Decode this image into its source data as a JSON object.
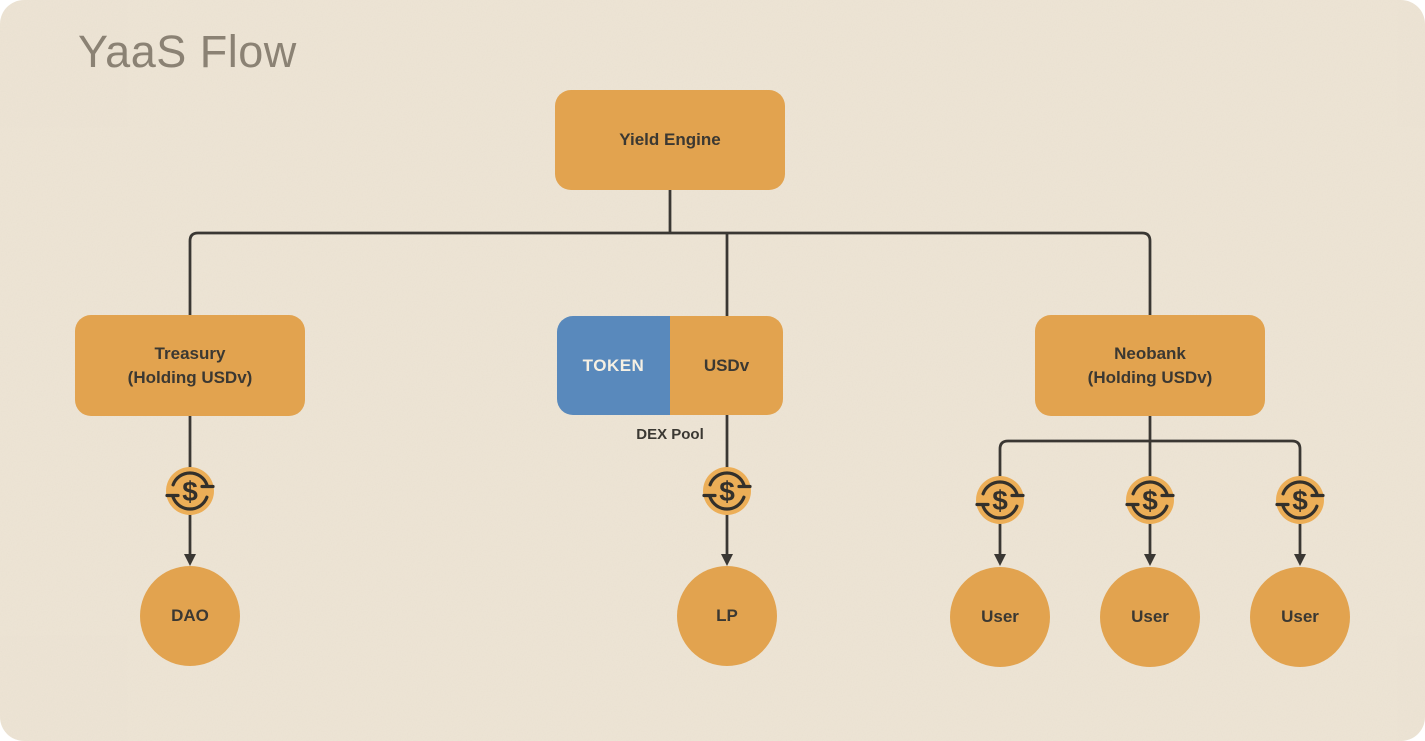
{
  "page": {
    "title": "YaaS Flow"
  },
  "colors": {
    "canvas_bg": "#EDE4D4",
    "node_orange": "#E2A34F",
    "node_blue": "#5989BC",
    "coin_fill": "#ECAE57",
    "line_dark": "#3A3733",
    "title_gray": "#8B8274",
    "token_text": "#F6F0E3"
  },
  "nodes": {
    "root": {
      "label": "Yield Engine"
    },
    "treasury": {
      "line1": "Treasury",
      "line2": "(Holding USDv)"
    },
    "dex": {
      "left": "TOKEN",
      "right": "USDv",
      "caption": "DEX Pool"
    },
    "neobank": {
      "line1": "Neobank",
      "line2": "(Holding USDv)"
    },
    "dao": {
      "label": "DAO"
    },
    "lp": {
      "label": "LP"
    },
    "users": [
      {
        "label": "User"
      },
      {
        "label": "User"
      },
      {
        "label": "User"
      }
    ]
  },
  "icons": {
    "coin_symbol": "$",
    "coin_name": "dollar-coin-icon"
  }
}
